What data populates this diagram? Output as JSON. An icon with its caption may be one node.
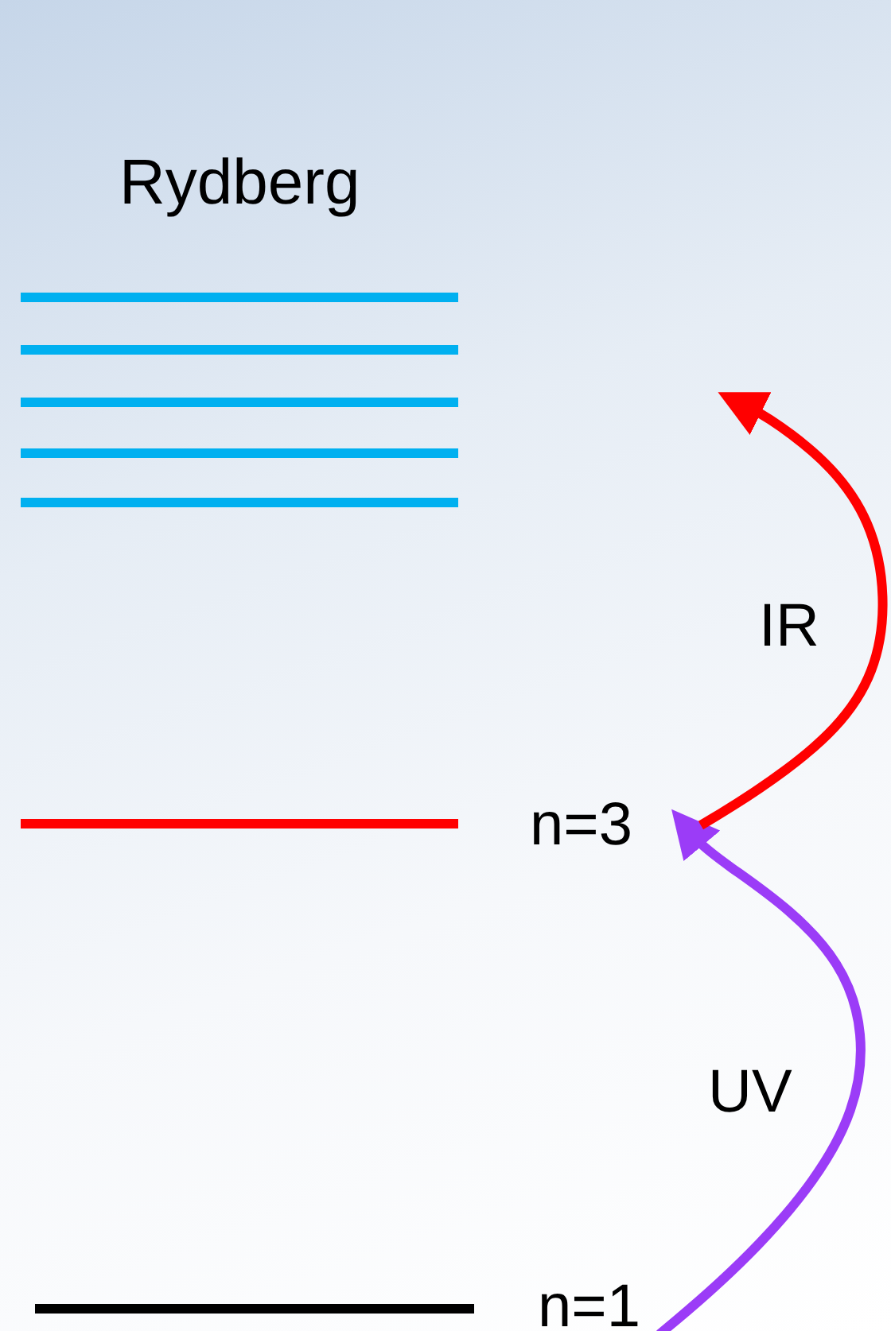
{
  "diagram": {
    "nodes": [
      {
        "text": [
          "n=1"
        ]
      },
      {
        "text": [
          "n=3"
        ]
      }
    ],
    "edges": [
      {
        "from": 0,
        "to": 1,
        "arrow": "to",
        "label": "UV",
        "color": "#9b3cf7"
      },
      {
        "from": 1,
        "to": null,
        "arrow": "to",
        "label": "IR",
        "color": "#ff0000"
      }
    ],
    "labels": [
      "Rydberg"
    ]
  }
}
